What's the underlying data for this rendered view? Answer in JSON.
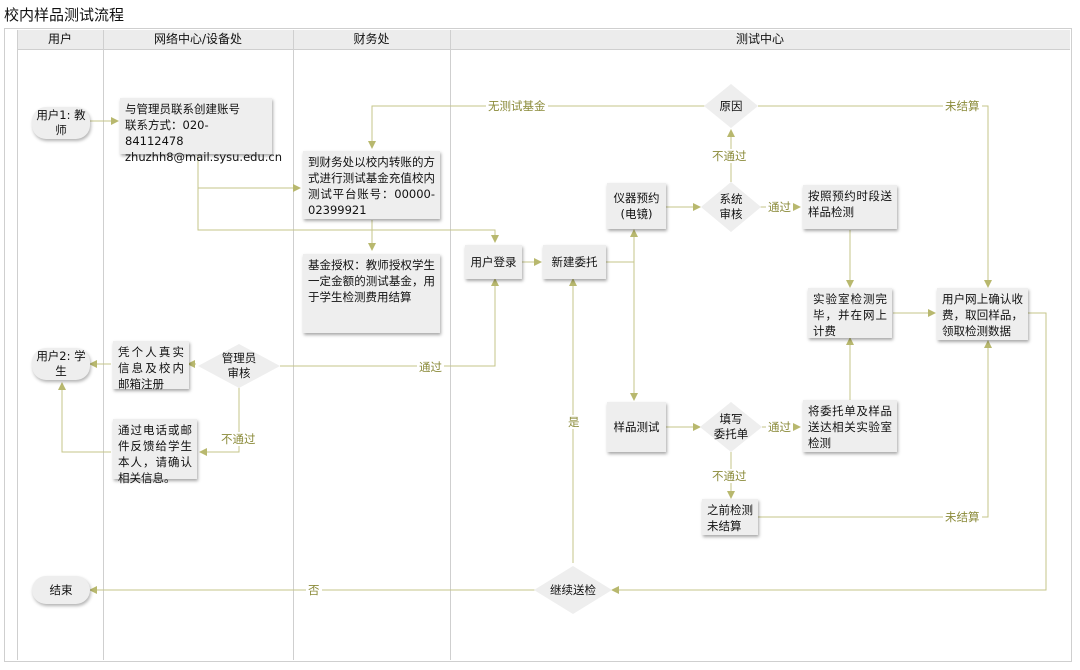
{
  "title": "校内样品测试流程",
  "lanes": [
    "用户",
    "网络中心/设备处",
    "财务处",
    "测试中心"
  ],
  "colors": {
    "connector": "#c6c68a",
    "edge_label": "#8b8b3a",
    "node_fill": "#eeeeee",
    "header_fill": "#ececec"
  },
  "nodes": {
    "user1": "用户1:\n教师",
    "user2": "用户2:\n学生",
    "end": "结束",
    "create_account": "与管理员联系创建账号\n联系方式：020-84112478\nzhuzhh8@mail.sysu.edu.cn",
    "register": "凭个人真实信息及校内邮箱注册",
    "admin_review": "管理员\n审核",
    "feedback": "通过电话或邮件反馈给学生本人，请确认相关信息。",
    "transfer": "到财务处以校内转账的方式进行测试基金充值校内测试平台账号：00000-02399921",
    "grant": "基金授权：教师授权学生一定金额的测试基金，用于学生检测费用结算",
    "login": "用户登录",
    "new_order": "新建委托",
    "reason": "原因",
    "reserve": "仪器预约\n(电镜)",
    "sys_review": "系统\n审核",
    "send_by_time": "按照预约时段送样品检测",
    "lab_done": "实验室检测完毕，并在网上计费",
    "confirm_fee": "用户网上确认收费，取回样品，领取检测数据",
    "sample_test": "样品测试",
    "fill_form": "填写\n委托单",
    "send_form": "将委托单及样品送达相关实验室检测",
    "prev_unpaid": "之前检测\n未结算",
    "continue": "继续送检"
  },
  "edge_labels": {
    "no_fund": "无测试基金",
    "unsettled_top": "未结算",
    "fail_sys": "不通过",
    "pass_sys": "通过",
    "pass_admin": "通过",
    "fail_admin": "不通过",
    "pass_fill": "通过",
    "fail_fill": "不通过",
    "unsettled_bottom": "未结算",
    "yes": "是",
    "no": "否"
  }
}
